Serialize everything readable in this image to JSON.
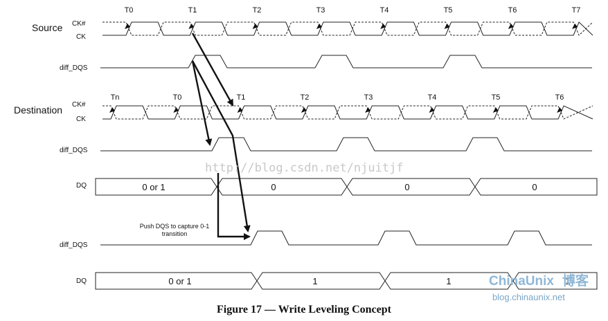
{
  "source": {
    "label": "Source",
    "ckn_label": "CK#",
    "ck_label": "CK",
    "dqs_label": "diff_DQS",
    "ticks": [
      "T0",
      "T1",
      "T2",
      "T3",
      "T4",
      "T5",
      "T6",
      "T7"
    ]
  },
  "destination": {
    "label": "Destination",
    "ckn_label": "CK#",
    "ck_label": "CK",
    "dqs_label": "diff_DQS",
    "ticks": [
      "Tn",
      "T0",
      "T1",
      "T2",
      "T3",
      "T4",
      "T5",
      "T6"
    ]
  },
  "dq1": {
    "label": "DQ",
    "values": [
      "0 or 1",
      "0",
      "0",
      "0"
    ]
  },
  "dqs2": {
    "label": "diff_DQS"
  },
  "dq2": {
    "label": "DQ",
    "values": [
      "0 or 1",
      "1",
      "1",
      "1"
    ]
  },
  "annotation": {
    "line1": "Push DQS to capture 0-1",
    "line2": "transition"
  },
  "caption": "Figure 17 — Write Leveling Concept",
  "watermark": "http://blog.csdn.net/njuitjf",
  "brand": {
    "name": "ChinaUnix",
    "cn": "博客",
    "url": "blog.chinaunix.net"
  }
}
